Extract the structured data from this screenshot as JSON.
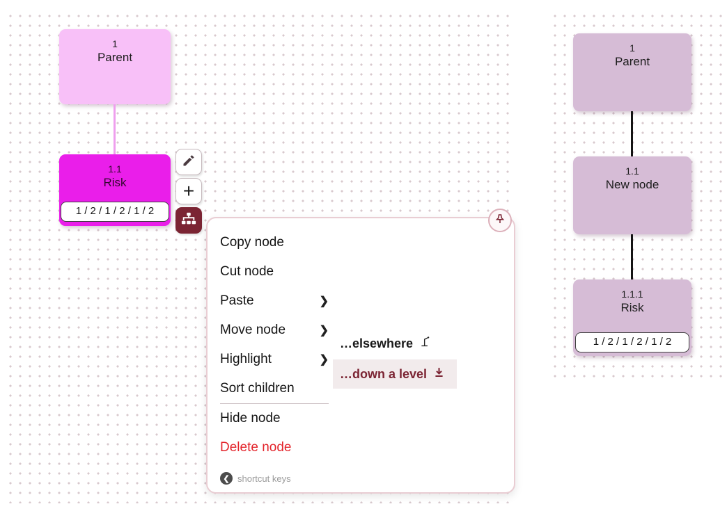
{
  "left_canvas": {
    "parent": {
      "id": "1",
      "label": "Parent"
    },
    "risk": {
      "id": "1.1",
      "label": "Risk",
      "badge": "1 / 2 / 1 / 2 / 1 / 2"
    },
    "toolbar": {
      "add_label": "+"
    }
  },
  "menu": {
    "items": [
      {
        "label": "Copy node"
      },
      {
        "label": "Cut node"
      },
      {
        "label": "Paste",
        "has_submenu": true
      },
      {
        "label": "Move node",
        "has_submenu": true
      },
      {
        "label": "Highlight",
        "has_submenu": true
      },
      {
        "label": "Sort children"
      },
      {
        "label": "Hide node"
      },
      {
        "label": "Delete node",
        "danger": true
      }
    ],
    "submenu": {
      "elsewhere_label": "…elsewhere",
      "down_label": "…down a level"
    },
    "footer": {
      "label": "shortcut keys"
    }
  },
  "right_canvas": {
    "nodes": [
      {
        "id": "1",
        "label": "Parent"
      },
      {
        "id": "1.1",
        "label": "New node"
      },
      {
        "id": "1.1.1",
        "label": "Risk",
        "badge": "1 / 2 / 1 / 2 / 1 / 2"
      }
    ]
  },
  "icons": {
    "chevron_right": "❯",
    "back": "❮"
  },
  "colors": {
    "parent_pink": "#f8c0f8",
    "risk_magenta": "#ea1eea",
    "edge_pink": "#ef9fee",
    "mauve_node": "#d6bcd6",
    "maroon": "#7b2433",
    "menu_border": "#e9cdd3",
    "danger_red": "#e3242b",
    "dot_grid": "#d8c9ce"
  }
}
